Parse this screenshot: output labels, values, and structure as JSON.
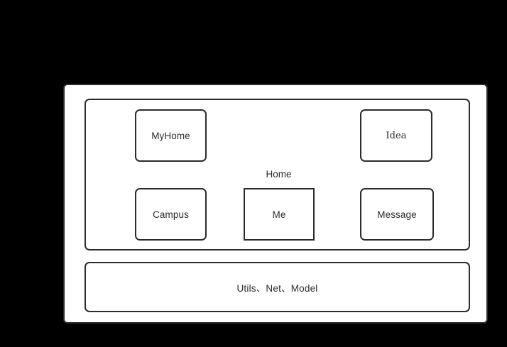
{
  "diagram": {
    "background_color": "#000000",
    "panel_color": "#ffffff",
    "stroke_color": "#2b2b2b",
    "app_panel": {
      "name": "app-architecture-panel"
    },
    "home_layer": {
      "label": "Home",
      "modules": [
        {
          "id": "myhome",
          "label": "MyHome",
          "corners": "rounded"
        },
        {
          "id": "idea",
          "label": "Idea",
          "corners": "rounded"
        },
        {
          "id": "campus",
          "label": "Campus",
          "corners": "rounded"
        },
        {
          "id": "me",
          "label": "Me",
          "corners": "square"
        },
        {
          "id": "message",
          "label": "Message",
          "corners": "rounded"
        }
      ]
    },
    "foundation_layer": {
      "label": "Utils、Net、Model",
      "parts": [
        "Utils",
        "Net",
        "Model"
      ],
      "separator": "、"
    }
  }
}
